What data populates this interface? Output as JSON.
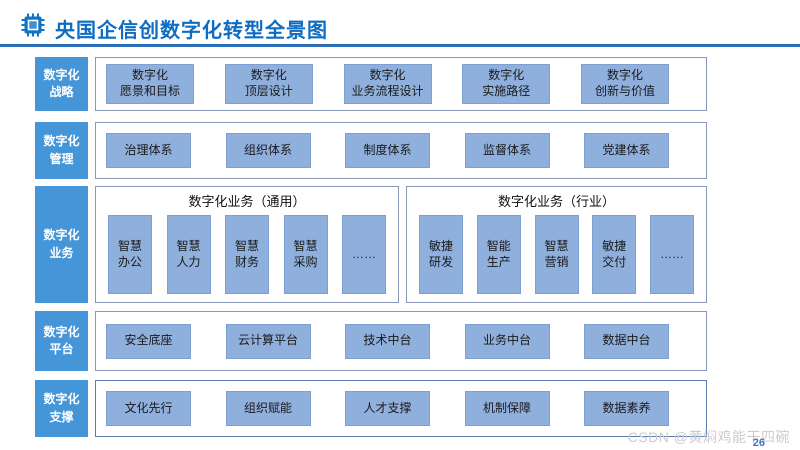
{
  "page": {
    "title": "央国企信创数字化转型全景图",
    "page_number": "26",
    "watermark": "CSDN @黄焖鸡能干四碗"
  },
  "colors": {
    "title_blue": "#0e6cc3",
    "rule_blue": "#2a6db8",
    "label_blue": "#4496d8",
    "box_blue": "#8fafdc",
    "box_border_blue": "#7e9fd1",
    "container_border": "#8a99b8",
    "watermark_gray": "#cccccc",
    "page_number_blue": "#4472c4"
  },
  "icons": {
    "header": "chip-icon"
  },
  "rows": {
    "strategy": {
      "label": "数字化\n战略",
      "boxes": [
        "数字化\n愿景和目标",
        "数字化\n顶层设计",
        "数字化\n业务流程设计",
        "数字化\n实施路径",
        "数字化\n创新与价值"
      ]
    },
    "management": {
      "label": "数字化\n管理",
      "boxes": [
        "治理体系",
        "组织体系",
        "制度体系",
        "监督体系",
        "党建体系"
      ]
    },
    "business": {
      "label": "数字化\n业务",
      "groups": [
        {
          "title": "数字化业务（通用）",
          "boxes": [
            "智慧\n办公",
            "智慧\n人力",
            "智慧\n财务",
            "智慧\n采购",
            "……"
          ]
        },
        {
          "title": "数字化业务（行业）",
          "boxes": [
            "敏捷\n研发",
            "智能\n生产",
            "智慧\n营销",
            "敏捷\n交付",
            "……"
          ]
        }
      ]
    },
    "platform": {
      "label": "数字化\n平台",
      "boxes": [
        "安全底座",
        "云计算平台",
        "技术中台",
        "业务中台",
        "数据中台"
      ]
    },
    "support": {
      "label": "数字化\n支撑",
      "boxes": [
        "文化先行",
        "组织赋能",
        "人才支撑",
        "机制保障",
        "数据素养"
      ]
    }
  }
}
